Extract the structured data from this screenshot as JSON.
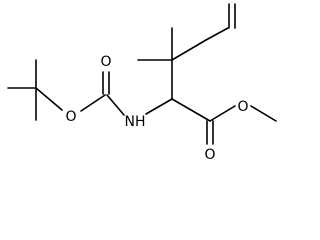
{
  "molecule": {
    "atoms": {
      "ester_carbonyl_o": "O",
      "ester_ether_o": "O",
      "carbamate_carbonyl_o": "O",
      "carbamate_ether_o": "O",
      "carbamate_nh": "NH"
    }
  },
  "colors": {
    "bond": "#000000",
    "label": "#000000",
    "background": "#ffffff"
  }
}
